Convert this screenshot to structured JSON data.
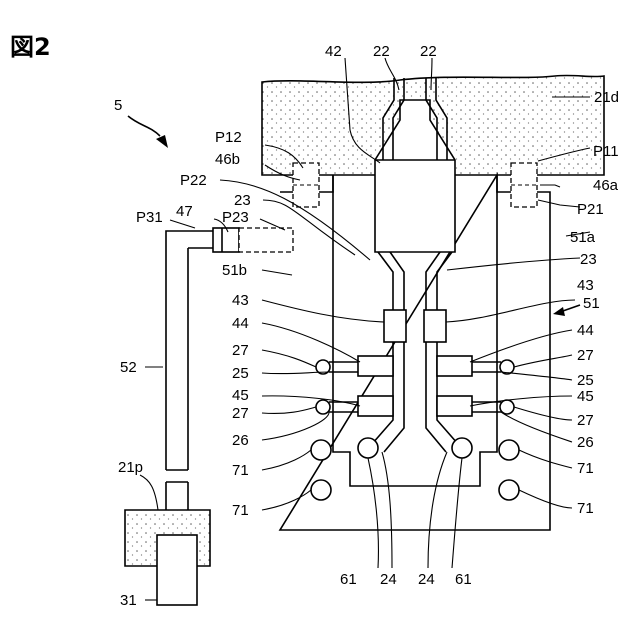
{
  "figure": {
    "title": "図2",
    "labels": {
      "n5": "5",
      "n42": "42",
      "n22a": "22",
      "n22b": "22",
      "n21d": "21d",
      "p12": "P12",
      "p11": "P11",
      "n46b": "46b",
      "n46a": "46a",
      "p22": "P22",
      "p21": "P21",
      "n23a": "23",
      "n23b": "23",
      "n47": "47",
      "p23": "P23",
      "p31": "P31",
      "n51a": "51a",
      "n51b": "51b",
      "n43a": "43",
      "n43b": "43",
      "n51": "51",
      "n44a": "44",
      "n44b": "44",
      "n52": "52",
      "n27a": "27",
      "n27b": "27",
      "n25a": "25",
      "n25b": "25",
      "n45a": "45",
      "n45b": "45",
      "n27c": "27",
      "n27d": "27",
      "n26a": "26",
      "n26b": "26",
      "n21p": "21p",
      "n71a": "71",
      "n71b": "71",
      "n71c": "71",
      "n71d": "71",
      "n61a": "61",
      "n24a": "24",
      "n24b": "24",
      "n61b": "61",
      "n31": "31"
    }
  }
}
